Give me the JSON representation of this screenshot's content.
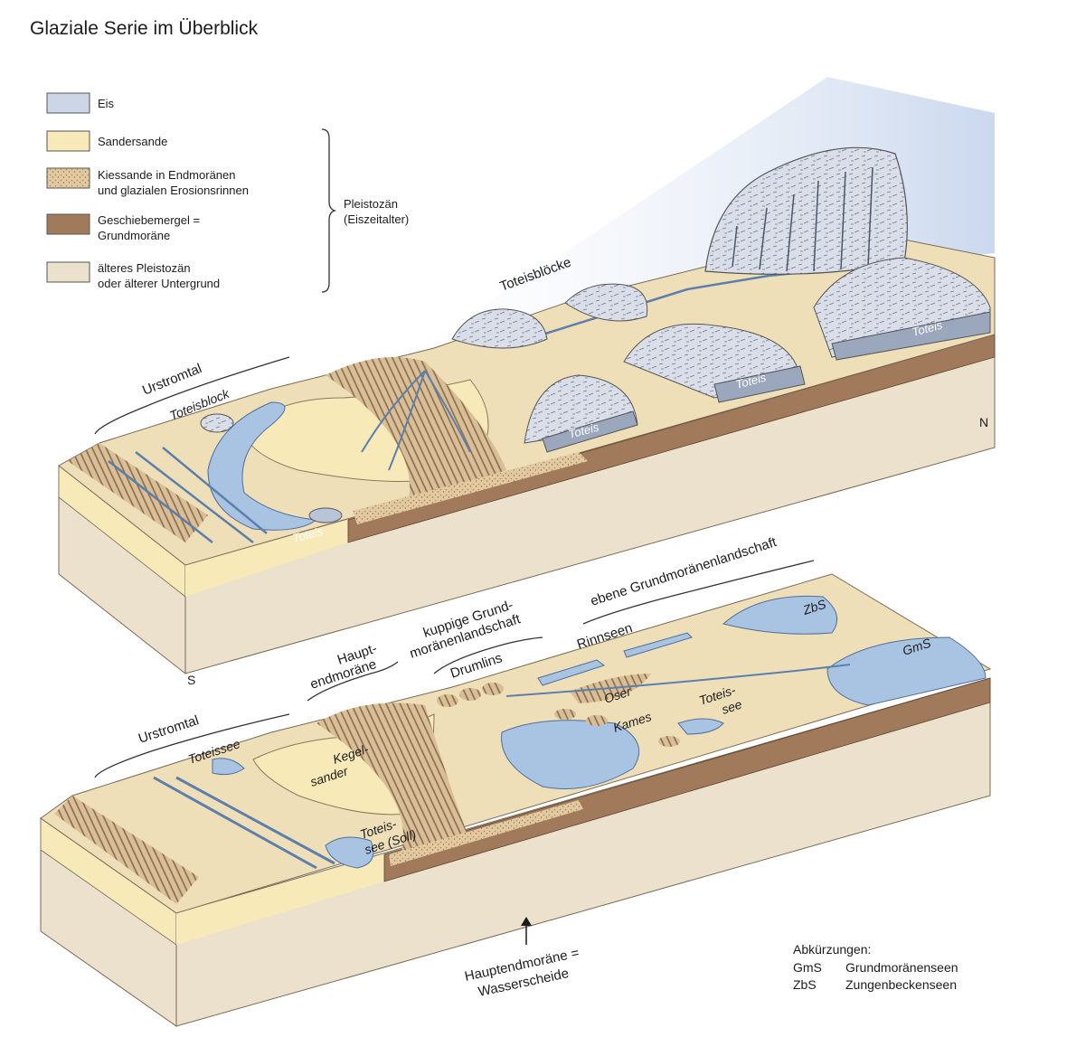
{
  "title": "Glaziale Serie im Überblick",
  "legend": {
    "items": [
      {
        "label_1": "Eis",
        "label_2": "",
        "color": "#cdd6e6"
      },
      {
        "label_1": "Sandersande",
        "label_2": "",
        "color": "#f7e9b8"
      },
      {
        "label_1": "Kiessande in Endmoränen",
        "label_2": "und glazialen Erosionsrinnen",
        "color": "#e2c9a0"
      },
      {
        "label_1": "Geschiebemergel =",
        "label_2": "Grundmoräne",
        "color": "#a07a5a"
      },
      {
        "label_1": "älteres Pleistozän",
        "label_2": "oder älterer Untergrund",
        "color": "#ece1cd"
      }
    ],
    "bracket_label_1": "Pleistozän",
    "bracket_label_2": "(Eiszeitalter)"
  },
  "top_block": {
    "urstromtal": "Urstromtal",
    "toteisblock": "Toteisblock",
    "toteisbloecke": "Toteisblöcke",
    "toteis_labels": [
      "Toteis",
      "Toteis",
      "Toteis",
      "Toteis"
    ],
    "compass_s": "S",
    "compass_n": "N"
  },
  "bottom_block": {
    "urstromtal": "Urstromtal",
    "toteissee": "Toteissee",
    "kegelsander_1": "Kegel-",
    "kegelsander_2": "sander",
    "toteissee_soll_1": "Toteis-",
    "toteissee_soll_2": "see (Soll)",
    "hauptendmoraene_1": "Haupt-",
    "hauptendmoraene_2": "endmoräne",
    "kuppige_1": "kuppige Grund-",
    "kuppige_2": "moränenlandschaft",
    "drumlins": "Drumlins",
    "ebene": "ebene Grundmoränenlandschaft",
    "rinnseen": "Rinnseen",
    "oser": "Oser",
    "kames": "Kames",
    "toteissee2_1": "Toteis-",
    "toteissee2_2": "see",
    "zbs": "ZbS",
    "gms": "GmS",
    "wasserscheide_1": "Hauptendmoräne =",
    "wasserscheide_2": "Wasserscheide"
  },
  "abbreviations": {
    "heading": "Abkürzungen:",
    "rows": [
      {
        "abbr": "GmS",
        "meaning": "Grundmoränenseen"
      },
      {
        "abbr": "ZbS",
        "meaning": "Zungenbeckenseen"
      }
    ]
  }
}
